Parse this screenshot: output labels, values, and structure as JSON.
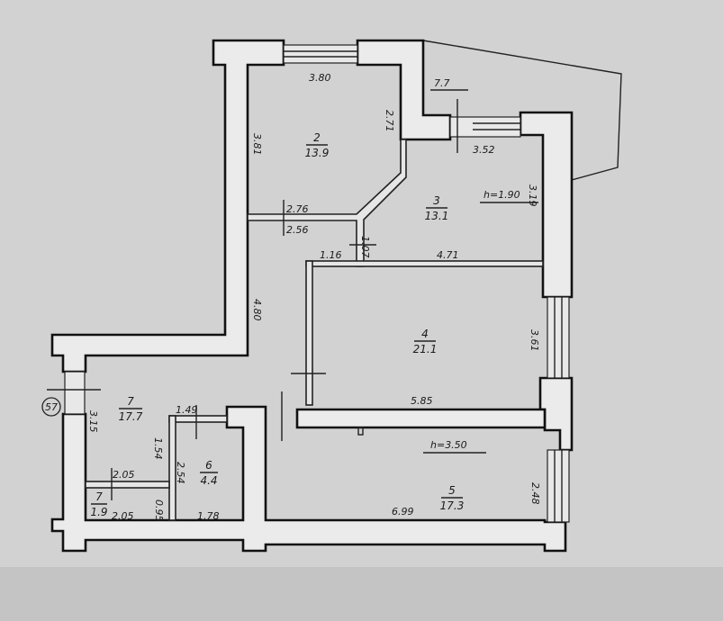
{
  "rooms": [
    {
      "number": "2",
      "area": "13.9"
    },
    {
      "number": "3",
      "area": "13.1"
    },
    {
      "number": "4",
      "area": "21.1"
    },
    {
      "number": "5",
      "area": "17.3"
    },
    {
      "number": "6",
      "area": "4.4"
    },
    {
      "number": "7",
      "area": "17.7"
    },
    {
      "number": "7",
      "area": "1.9"
    }
  ],
  "balcony_area": "7.7",
  "apartment_number": "57",
  "heights": {
    "room3": "h=1.90",
    "room5": "h=3.50"
  },
  "dimensions": {
    "d380": "3.80",
    "d381": "3.81",
    "d271": "2.71",
    "d352": "3.52",
    "d319": "3.19",
    "d276": "2.76",
    "d256": "2.56",
    "d116": "1.16",
    "d107": "1.07",
    "d471": "4.71",
    "d480": "4.80",
    "d361": "3.61",
    "d585": "5.85",
    "d315": "3.15",
    "d149": "1.49",
    "d154": "1.54",
    "d254": "2.54",
    "d205a": "2.05",
    "d205b": "2.05",
    "d095": "0.95",
    "d178": "1.78",
    "d248": "2.48",
    "d699": "6.99"
  }
}
